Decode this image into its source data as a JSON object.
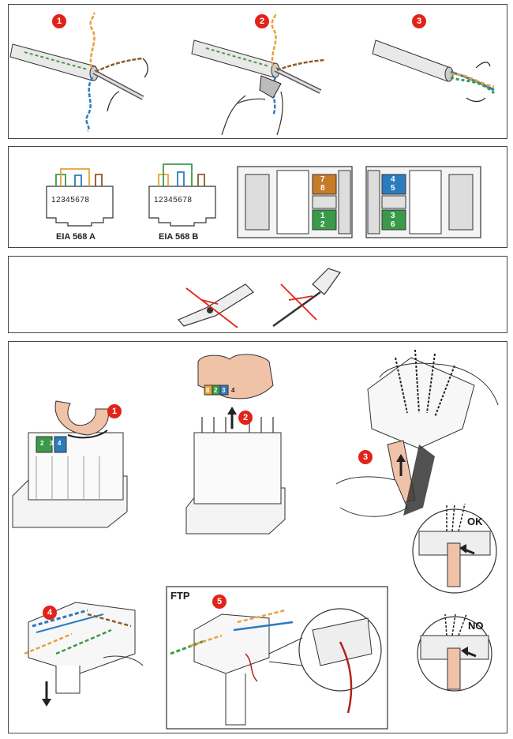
{
  "panel1": {
    "steps": [
      "1",
      "2",
      "3"
    ]
  },
  "panel2": {
    "jack_a": {
      "pins": "12345678",
      "label": "EIA 568 A"
    },
    "jack_b": {
      "pins": "12345678",
      "label": "EIA 568 B"
    },
    "module_left": {
      "numbers": [
        "7",
        "8",
        "1",
        "2"
      ]
    },
    "module_right": {
      "numbers": [
        "4",
        "5",
        "3",
        "6"
      ]
    }
  },
  "panel4": {
    "steps": [
      "1",
      "2",
      "3",
      "4",
      "5"
    ],
    "ftp_label": "FTP",
    "ok_label": "OK",
    "no_label": "NO",
    "top_module_numbers": [
      "8",
      "2",
      "3",
      "4"
    ],
    "side_module_numbers": [
      "2",
      "3",
      "4"
    ]
  },
  "colors": {
    "step_badge": "#e2231a",
    "orange": "#e8a03a",
    "blue": "#2b7bbf",
    "green": "#3a9a4a",
    "brown": "#8a5a2a",
    "skin": "#f0c2a8"
  }
}
